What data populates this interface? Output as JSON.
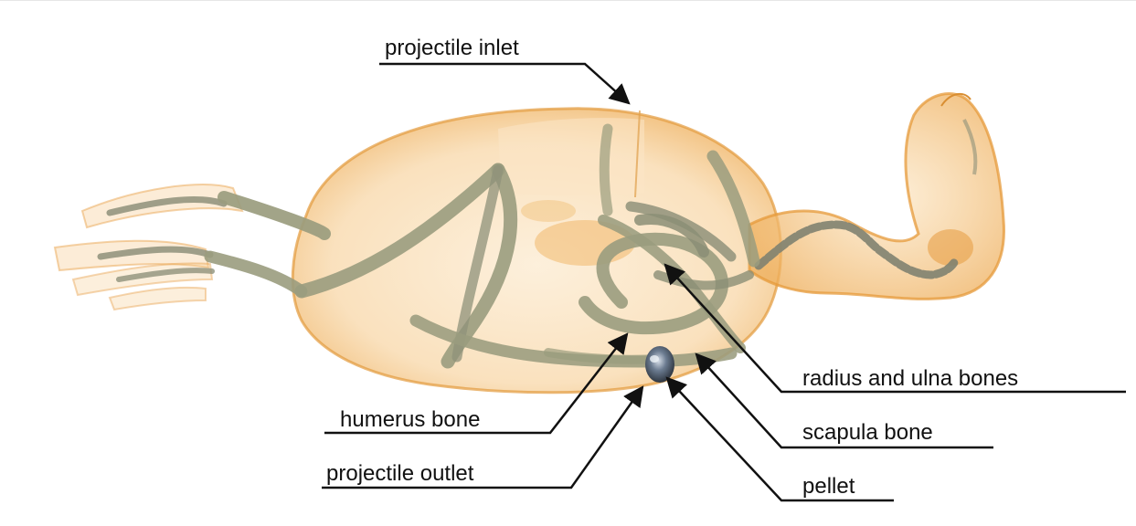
{
  "figure": {
    "subject": "bird-ct-volume-render",
    "colors": {
      "soft_tissue": "#F2B96A",
      "soft_tissue_edge": "#E59A3A",
      "bone": "#9A9C7E",
      "bone_edge": "#6E715C",
      "pellet": "#5A6878",
      "leader_line": "#111111",
      "background": "#FFFFFF"
    },
    "labels": {
      "projectile_inlet": "projectile inlet",
      "radius_ulna": "radius and ulna bones",
      "humerus": "humerus bone",
      "scapula": "scapula bone",
      "projectile_outlet": "projectile outlet",
      "pellet": "pellet"
    }
  }
}
